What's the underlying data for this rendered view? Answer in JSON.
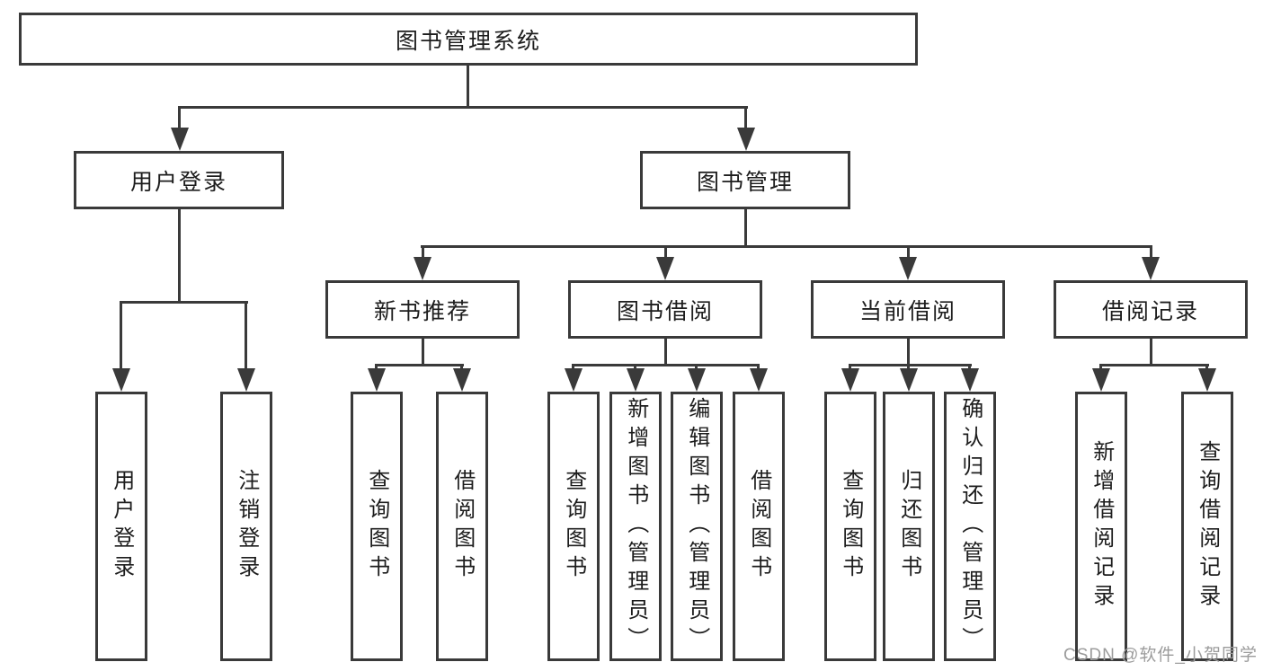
{
  "diagram_title": "图书管理系统",
  "tree": {
    "root": "图书管理系统",
    "children": [
      {
        "label": "用户登录",
        "children": [
          "用户登录",
          "注销登录"
        ]
      },
      {
        "label": "图书管理",
        "children": [
          {
            "label": "新书推荐",
            "children": [
              "查询图书",
              "借阅图书"
            ]
          },
          {
            "label": "图书借阅",
            "children": [
              "查询图书",
              "新增图书（管理员）",
              "编辑图书（管理员）",
              "借阅图书"
            ]
          },
          {
            "label": "当前借阅",
            "children": [
              "查询图书",
              "归还图书",
              "确认归还（管理员）"
            ]
          },
          {
            "label": "借阅记录",
            "children": [
              "新增借阅记录",
              "查询借阅记录"
            ]
          }
        ]
      }
    ]
  },
  "watermark": {
    "text": "CSDN @软件_小贺同学"
  },
  "colors": {
    "line": "#3a3a3a",
    "text": "#1d1d1d",
    "background": "#ffffff",
    "watermark": "#9c9c9c"
  }
}
